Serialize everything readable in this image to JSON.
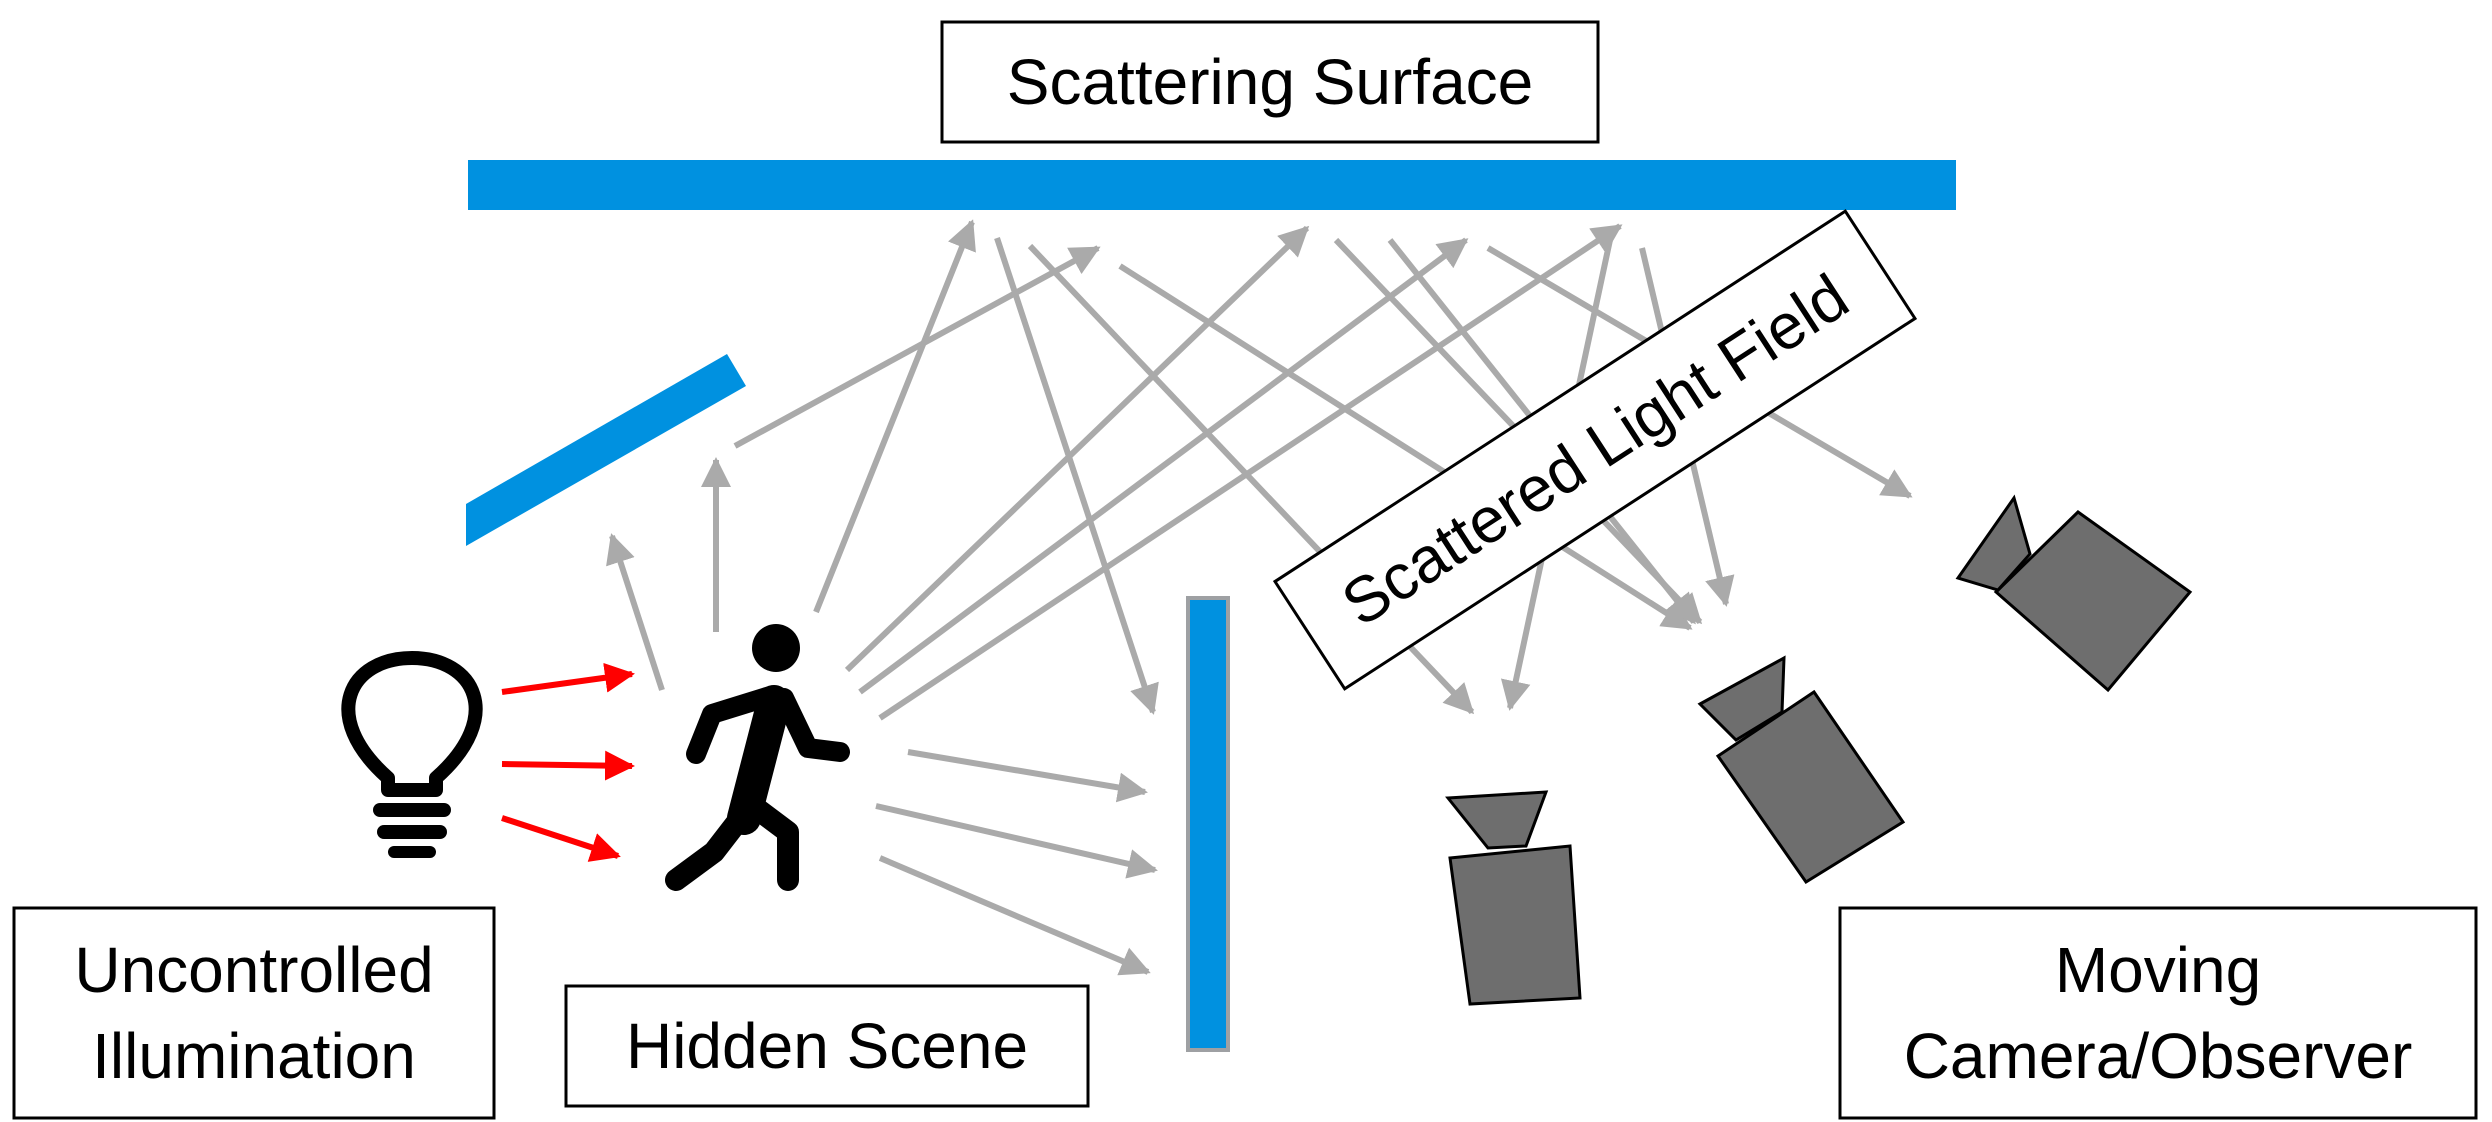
{
  "labels": {
    "scattering_surface": "Scattering Surface",
    "scattered_light_field": "Scattered Light Field",
    "uncontrolled_illumination_line1": "Uncontrolled",
    "uncontrolled_illumination_line2": "Illumination",
    "hidden_scene": "Hidden Scene",
    "moving_camera_line1": "Moving",
    "moving_camera_line2": "Camera/Observer"
  },
  "colors": {
    "surface_blue": "#0091E0",
    "illumination_ray": "#FF0000",
    "scattered_ray": "#AAAAAA",
    "camera_gray": "#6E6E6E",
    "figure_black": "#000000"
  },
  "icons": {
    "light_source": "lightbulb-icon",
    "hidden_person": "walking-person-icon",
    "observer": "video-camera-icon"
  }
}
